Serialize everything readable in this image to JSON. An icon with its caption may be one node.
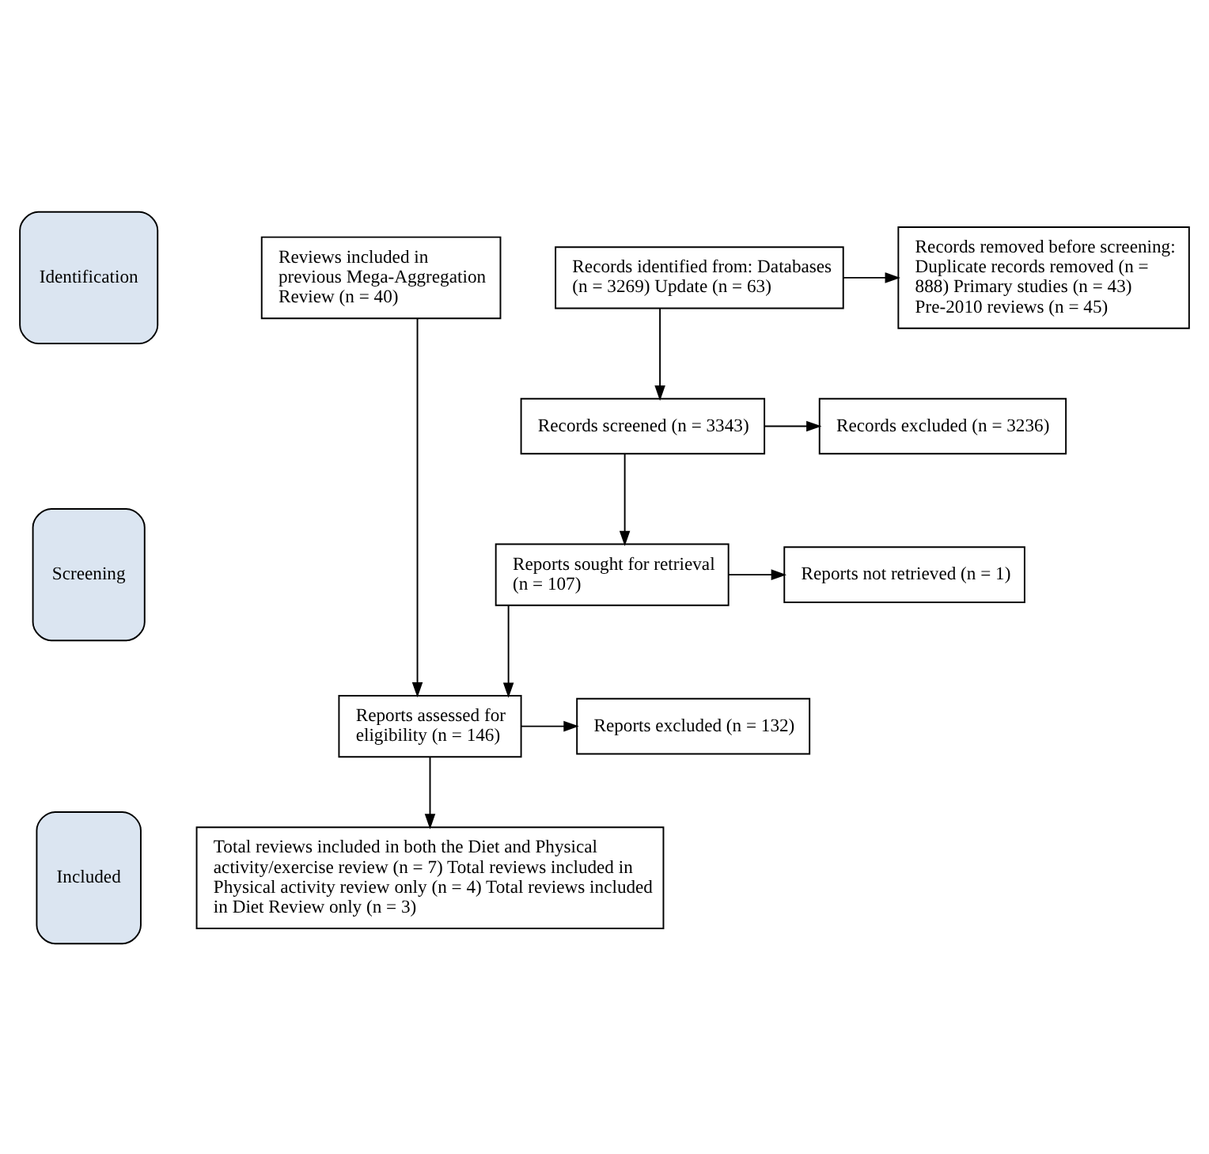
{
  "diagram": {
    "nodes": [
      {
        "text": [
          "Identification"
        ]
      },
      {
        "text": [
          "Reviews included in previous Mega-Aggregation Review (n = 40)"
        ]
      },
      {
        "text": [
          "Records identified from: Databases (n = 3269) Update (n = 63)"
        ]
      },
      {
        "text": [
          "Records removed before screening: Duplicate records removed (n = 888) Primary studies (n = 43) Pre-2010 reviews (n = 45)"
        ]
      },
      {
        "text": [
          "Screening"
        ]
      },
      {
        "text": [
          "Records screened (n = 3343)"
        ]
      },
      {
        "text": [
          "Records excluded (n = 3236)"
        ]
      },
      {
        "text": [
          "Reports sought for retrieval (n = 107)"
        ]
      },
      {
        "text": [
          "Reports not retrieved (n = 1)"
        ]
      },
      {
        "text": [
          "Reports assessed for eligibility (n = 146)"
        ]
      },
      {
        "text": [
          "Reports excluded (n = 132)"
        ]
      },
      {
        "text": [
          "Included"
        ]
      },
      {
        "text": [
          "Total reviews included in both the Diet and Physical activity/exercise review (n = 7) Total reviews included in Physical activity review only (n = 4) Total reviews included in Diet Review only (n = 3)"
        ]
      }
    ],
    "edges": [
      {
        "from": 2,
        "to": 3,
        "arrow": "to"
      },
      {
        "from": 2,
        "to": 5,
        "arrow": "to"
      },
      {
        "from": 5,
        "to": 6,
        "arrow": "to"
      },
      {
        "from": 5,
        "to": 7,
        "arrow": "to"
      },
      {
        "from": 7,
        "to": 8,
        "arrow": "to"
      },
      {
        "from": 7,
        "to": 9,
        "arrow": "to"
      },
      {
        "from": 1,
        "to": 9,
        "arrow": "to"
      },
      {
        "from": 9,
        "to": 10,
        "arrow": "to"
      },
      {
        "from": 9,
        "to": 12,
        "arrow": "to"
      }
    ]
  }
}
